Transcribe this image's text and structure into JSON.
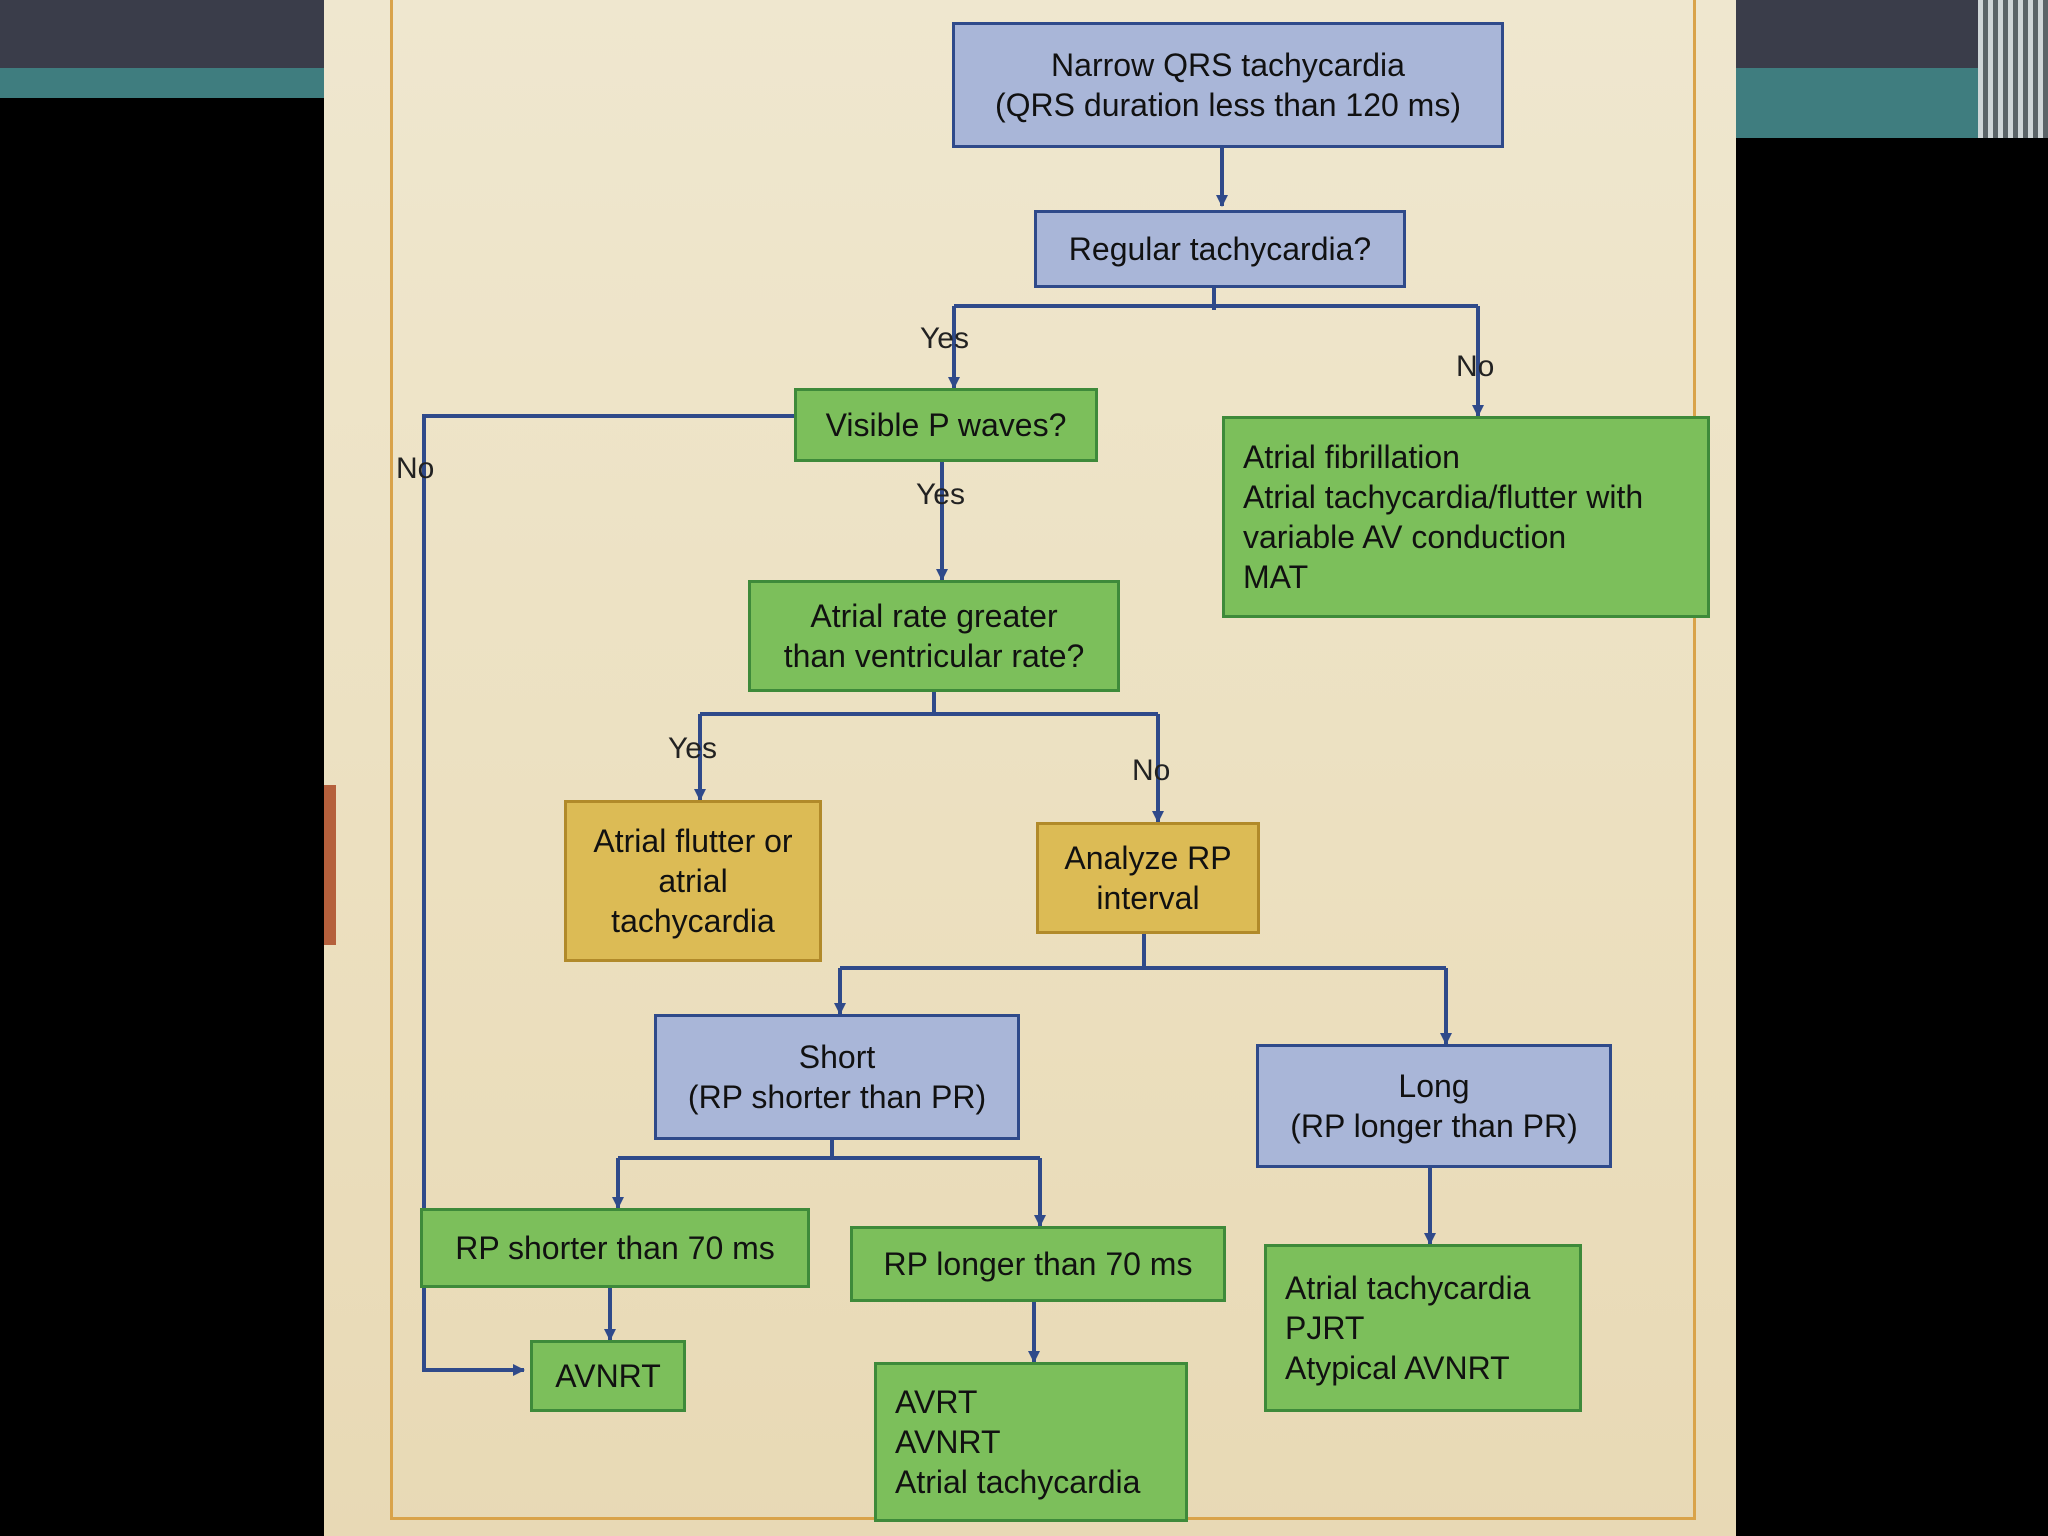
{
  "nodes": {
    "narrow_qrs": "Narrow QRS tachycardia\n(QRS duration less than 120 ms)",
    "regular": "Regular tachycardia?",
    "visible_p": "Visible P waves?",
    "afib": "Atrial fibrillation\nAtrial tachycardia/flutter with\n  variable AV conduction\nMAT",
    "atrial_rate": "Atrial rate greater\nthan ventricular rate?",
    "flutter": "Atrial flutter or\natrial\ntachycardia",
    "analyze_rp": "Analyze RP\ninterval",
    "short": "Short\n(RP shorter than PR)",
    "long": "Long\n(RP longer than PR)",
    "rp_short70": "RP shorter than 70 ms",
    "rp_long70": "RP longer than 70 ms",
    "avnrt": "AVNRT",
    "avrt_group": "AVRT\nAVNRT\nAtrial tachycardia",
    "long_result": "Atrial tachycardia\nPJRT\nAtypical AVNRT"
  },
  "labels": {
    "yes1": "Yes",
    "no1": "No",
    "no_left": "No",
    "yes2": "Yes",
    "yes3": "Yes",
    "no3": "No"
  }
}
